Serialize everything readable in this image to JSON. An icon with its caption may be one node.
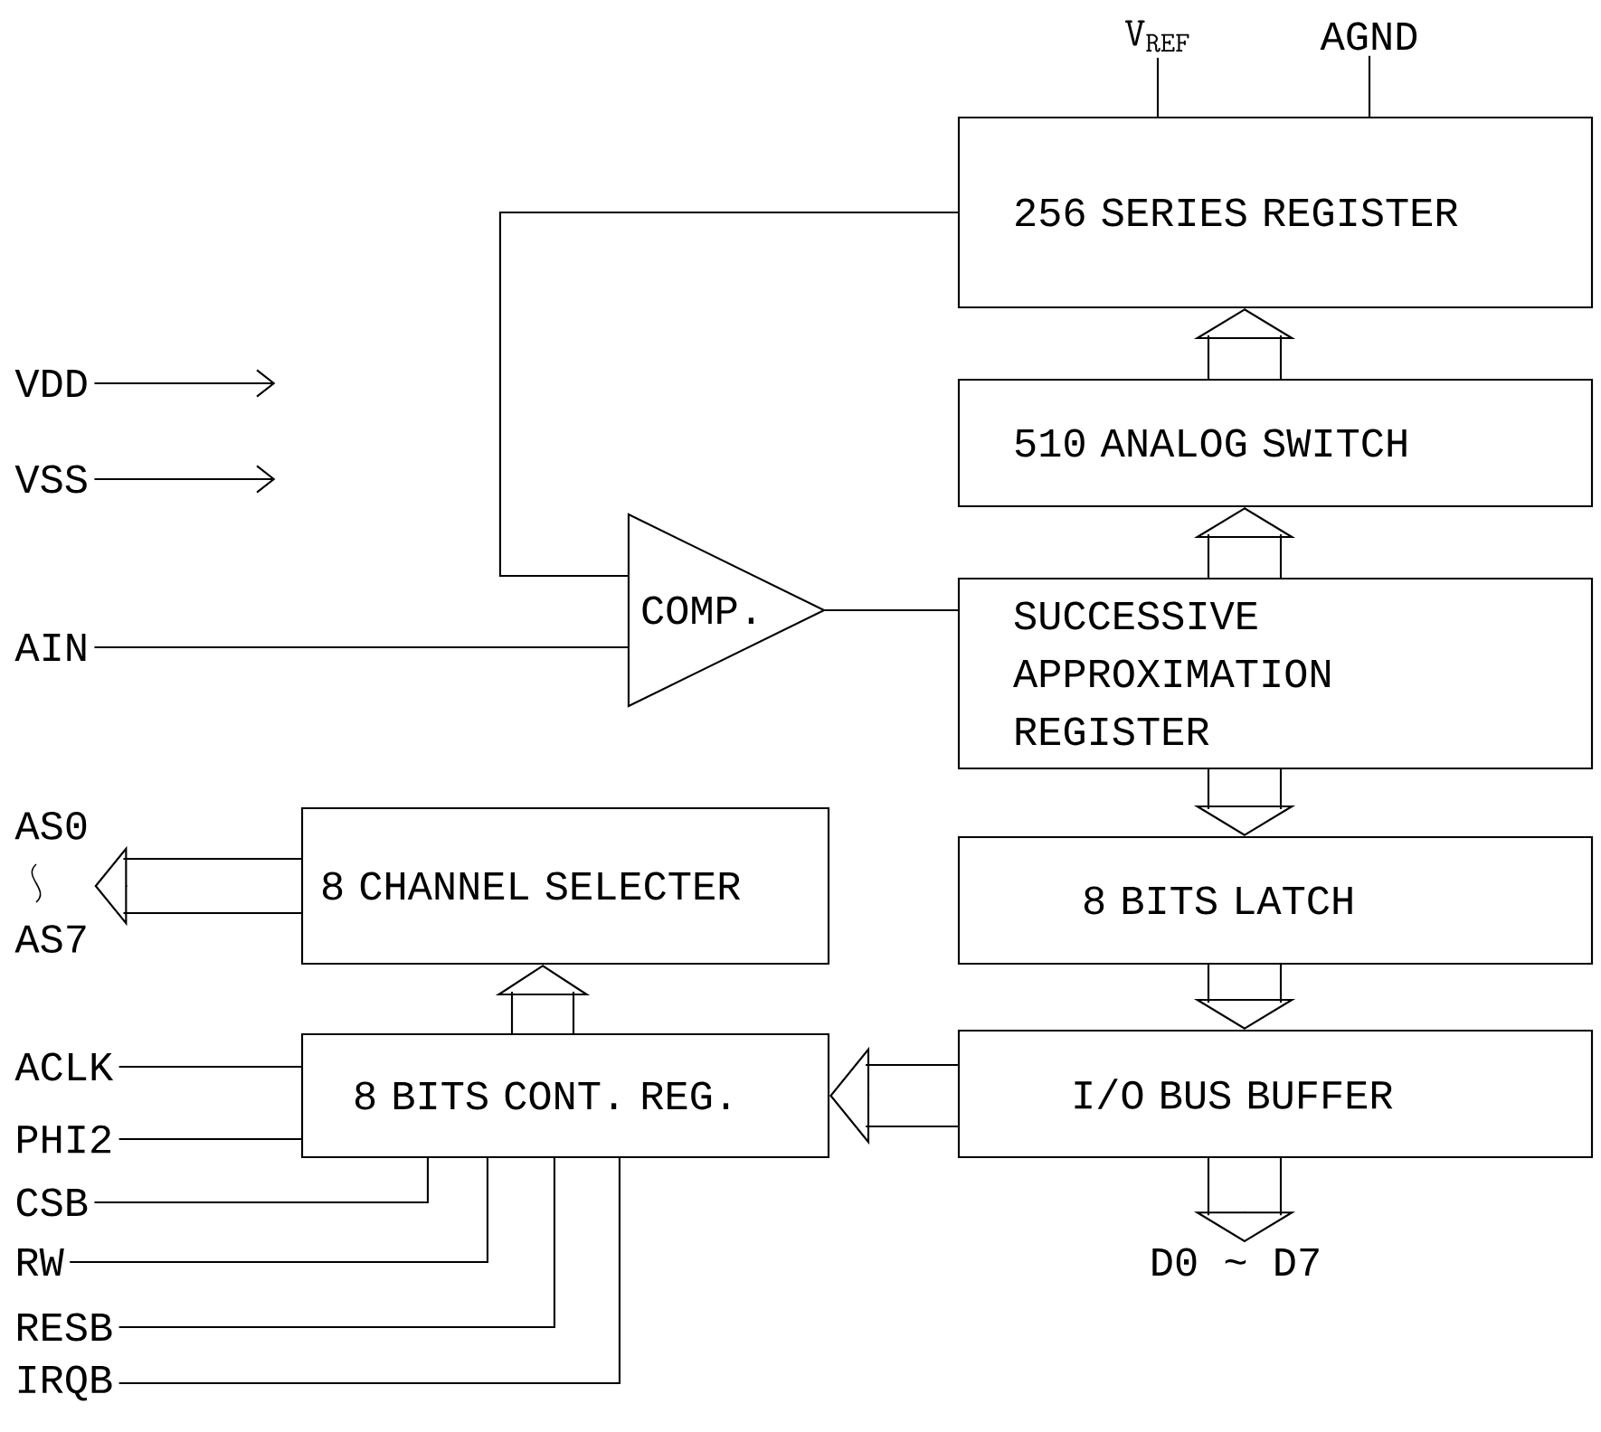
{
  "diagram": {
    "nodes": [
      {
        "text": [
          "256 SERIES REGISTER"
        ]
      },
      {
        "text": [
          "510 ANALOG SWITCH"
        ]
      },
      {
        "text": [
          "COMP."
        ]
      },
      {
        "text": [
          "SUCCESSIVE APPROXIMATION REGISTER"
        ]
      },
      {
        "text": [
          "8 BITS LATCH"
        ]
      },
      {
        "text": [
          "I/O BUS BUFFER"
        ]
      },
      {
        "text": [
          "8 CHANNEL SELECTER"
        ]
      },
      {
        "text": [
          "8 BITS CONT. REG."
        ]
      },
      {
        "text": [
          "\\mathtt{V}_{\\mathtt{REF}}"
        ]
      },
      {
        "text": [
          "AGND"
        ]
      },
      {
        "text": [
          "VDD"
        ]
      },
      {
        "text": [
          "VSS"
        ]
      },
      {
        "text": [
          "AIN"
        ]
      },
      {
        "text": [
          "AS0",
          "AS7"
        ]
      },
      {
        "text": [
          "ACLK"
        ]
      },
      {
        "text": [
          "PHI2"
        ]
      },
      {
        "text": [
          "CSB"
        ]
      },
      {
        "text": [
          "RW"
        ]
      },
      {
        "text": [
          "RESB"
        ]
      },
      {
        "text": [
          "IRQB"
        ]
      },
      {
        "text": [
          "D0 ~ D7"
        ]
      }
    ],
    "edges": [
      {
        "from": 8,
        "to": 0,
        "arrow": "none"
      },
      {
        "from": 9,
        "to": 0,
        "arrow": "none"
      },
      {
        "from": 10,
        "to": null,
        "arrow": "to"
      },
      {
        "from": 11,
        "to": null,
        "arrow": "to"
      },
      {
        "from": 12,
        "to": 2,
        "arrow": "none"
      },
      {
        "from": 2,
        "to": 0,
        "arrow": "none"
      },
      {
        "from": 2,
        "to": 3,
        "arrow": "none"
      },
      {
        "from": 1,
        "to": 0,
        "arrow": "to"
      },
      {
        "from": 3,
        "to": 1,
        "arrow": "to"
      },
      {
        "from": 3,
        "to": 4,
        "arrow": "to"
      },
      {
        "from": 4,
        "to": 5,
        "arrow": "to"
      },
      {
        "from": 5,
        "to": 20,
        "arrow": "to"
      },
      {
        "from": 5,
        "to": 7,
        "arrow": "to"
      },
      {
        "from": 7,
        "to": 6,
        "arrow": "to"
      },
      {
        "from": 6,
        "to": 13,
        "arrow": "to"
      },
      {
        "from": 14,
        "to": 7,
        "arrow": "none"
      },
      {
        "from": 15,
        "to": 7,
        "arrow": "none"
      },
      {
        "from": 16,
        "to": 7,
        "arrow": "none"
      },
      {
        "from": 17,
        "to": 7,
        "arrow": "none"
      },
      {
        "from": 18,
        "to": 7,
        "arrow": "none"
      },
      {
        "from": 19,
        "to": 7,
        "arrow": "none"
      }
    ]
  }
}
